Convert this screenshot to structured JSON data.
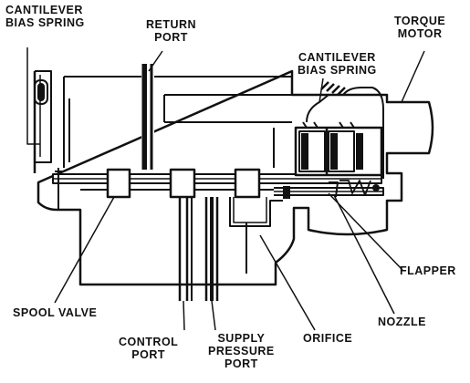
{
  "labels": {
    "cantilever_bias_spring_left": [
      "CANTILEVER",
      "BIAS SPRING"
    ],
    "return_port": [
      "RETURN",
      "PORT"
    ],
    "torque_motor": [
      "TORQUE",
      "MOTOR"
    ],
    "cantilever_bias_spring_right": [
      "CANTILEVER",
      "BIAS SPRING"
    ],
    "flapper": "FLAPPER",
    "spool_valve": "SPOOL VALVE",
    "control_port": [
      "CONTROL",
      "PORT"
    ],
    "supply_pressure_port": [
      "SUPPLY",
      "PRESSURE",
      "PORT"
    ],
    "orifice": "ORIFICE",
    "nozzle": "NOZZLE"
  },
  "colors": {
    "ink": "#111111",
    "background": "#ffffff",
    "fill_dark": "#1a1a1a"
  }
}
